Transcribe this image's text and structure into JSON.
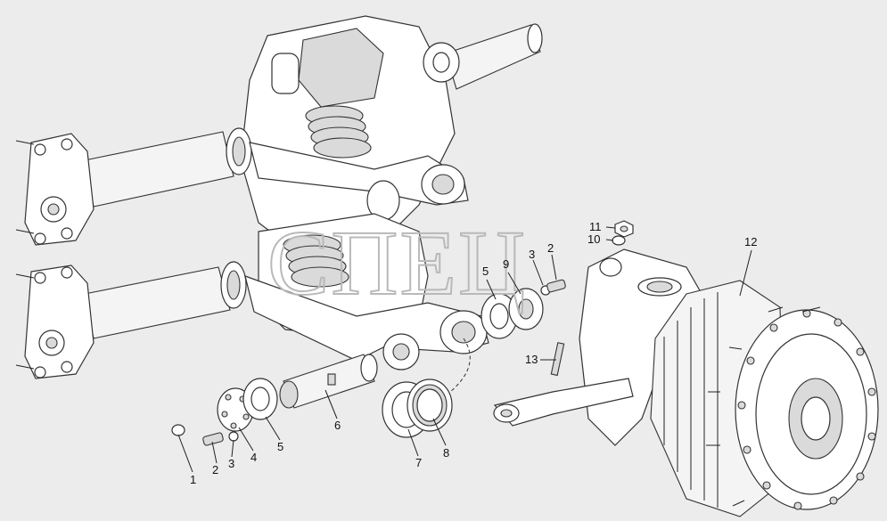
{
  "watermark": "СПЕЦ",
  "callouts": [
    {
      "id": "1",
      "label": "1"
    },
    {
      "id": "2a",
      "label": "2"
    },
    {
      "id": "3a",
      "label": "3"
    },
    {
      "id": "4",
      "label": "4"
    },
    {
      "id": "5a",
      "label": "5"
    },
    {
      "id": "6",
      "label": "6"
    },
    {
      "id": "7",
      "label": "7"
    },
    {
      "id": "8",
      "label": "8"
    },
    {
      "id": "5b",
      "label": "5"
    },
    {
      "id": "9",
      "label": "9"
    },
    {
      "id": "3b",
      "label": "3"
    },
    {
      "id": "2b",
      "label": "2"
    },
    {
      "id": "11",
      "label": "11"
    },
    {
      "id": "10",
      "label": "10"
    },
    {
      "id": "12",
      "label": "12"
    },
    {
      "id": "13",
      "label": "13"
    }
  ]
}
